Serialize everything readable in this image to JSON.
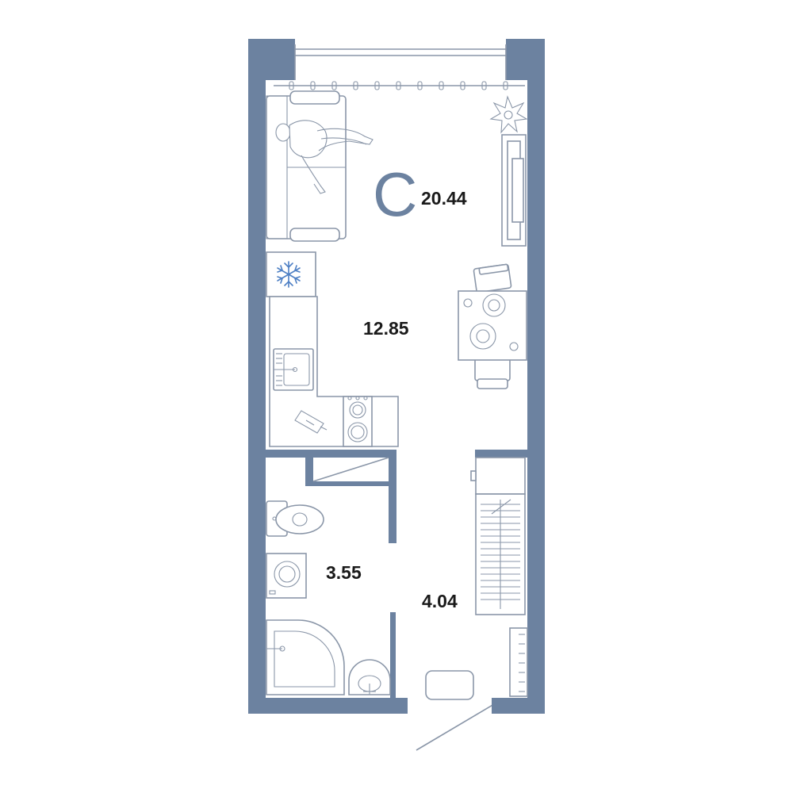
{
  "plan": {
    "type_letter": "С",
    "rooms": [
      {
        "id": "living",
        "area": "20.44"
      },
      {
        "id": "kitchen",
        "area": "12.85"
      },
      {
        "id": "bathroom",
        "area": "3.55"
      },
      {
        "id": "hallway",
        "area": "4.04"
      }
    ]
  },
  "colors": {
    "wall": "#6c82a0",
    "furniture_line": "#8a96a8",
    "freezer_icon": "#4d7fc4",
    "text": "#1a1a1a"
  },
  "icons": [
    "sofa-icon",
    "person-icon",
    "plant-icon",
    "tv-icon",
    "snowflake-icon",
    "sink-icon",
    "cutting-board-icon",
    "stove-icon",
    "dining-table-icon",
    "chair-icon",
    "toilet-icon",
    "washing-machine-icon",
    "shower-icon",
    "washbasin-icon",
    "wardrobe-icon",
    "radiator-icon",
    "door-icon",
    "rug-icon"
  ]
}
